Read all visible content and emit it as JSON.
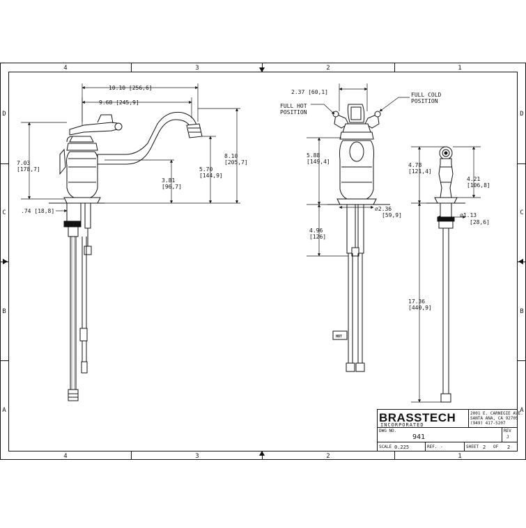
{
  "zones": {
    "cols": [
      "4",
      "3",
      "2",
      "1"
    ],
    "rows": [
      "D",
      "C",
      "B",
      "A"
    ]
  },
  "dims": {
    "d1010": "10.10 [256,6]",
    "d968": "9.68 [245,9]",
    "d703a": "7.03",
    "d703b": "[178,7]",
    "d810a": "8.10",
    "d810b": "[205,7]",
    "d570a": "5.70",
    "d570b": "[144,9]",
    "d381a": "3.81",
    "d381b": "[96,7]",
    "d074": ".74 [18,8]",
    "d237": "2.37 [60,1]",
    "d588a": "5.88",
    "d588b": "[149,4]",
    "d496a": "4.96",
    "d496b": "[126]",
    "d236a": "⌀2.36",
    "d236b": "[59,9]",
    "d478a": "4.78",
    "d478b": "[121,4]",
    "d421a": "4.21",
    "d421b": "[106,8]",
    "d113a": "⌀1.13",
    "d113b": "[28,6]",
    "d1736a": "17.36",
    "d1736b": "[440,9]"
  },
  "notes": {
    "hot_a": "FULL HOT",
    "hot_b": "POSITION",
    "cold_a": "FULL COLD",
    "cold_b": "POSITION",
    "hot_tag": "HOT"
  },
  "title_block": {
    "brand": "BRASSTECH",
    "sub": "INCORPORATED",
    "addr1": "2001 E. CARNEGIE AVE.",
    "addr2": "SANTA ANA, CA 92705",
    "addr3": "(949) 417-5207",
    "dwg_label": "DWG NO.",
    "dwg_no": "941",
    "rev_label": "REV",
    "rev": "J",
    "scale_label": "SCALE",
    "scale": "0.225",
    "ref_label": "REF.",
    "ref": "-",
    "sheet_label": "SHEET",
    "sheet": "2",
    "of_label": "OF",
    "of": "2"
  }
}
